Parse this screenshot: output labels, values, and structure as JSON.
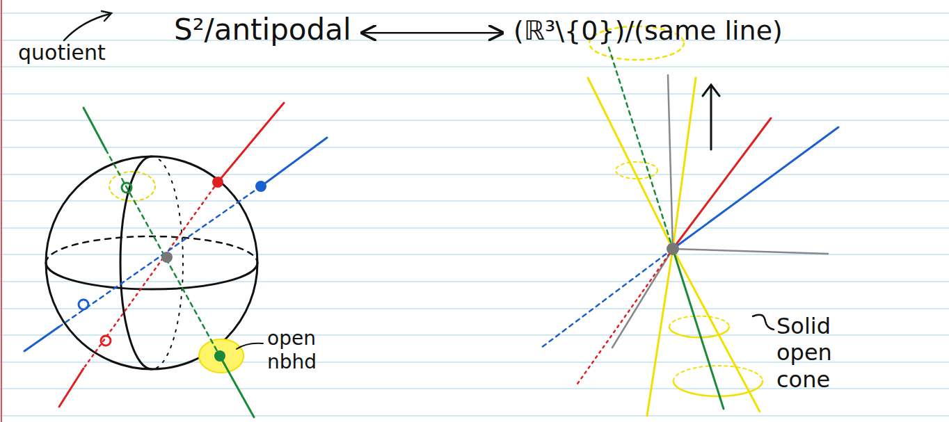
{
  "diagram": {
    "nodes": [
      {
        "text": [
          "S²/antipodal"
        ]
      },
      {
        "text": [
          "(ℝ³\\{0})/(same line)"
        ]
      }
    ],
    "edges": [
      {
        "from": 0,
        "to": 1,
        "arrow": "both"
      }
    ],
    "labels": [
      "quotient",
      "open nbhd",
      "Solid open cone"
    ]
  }
}
